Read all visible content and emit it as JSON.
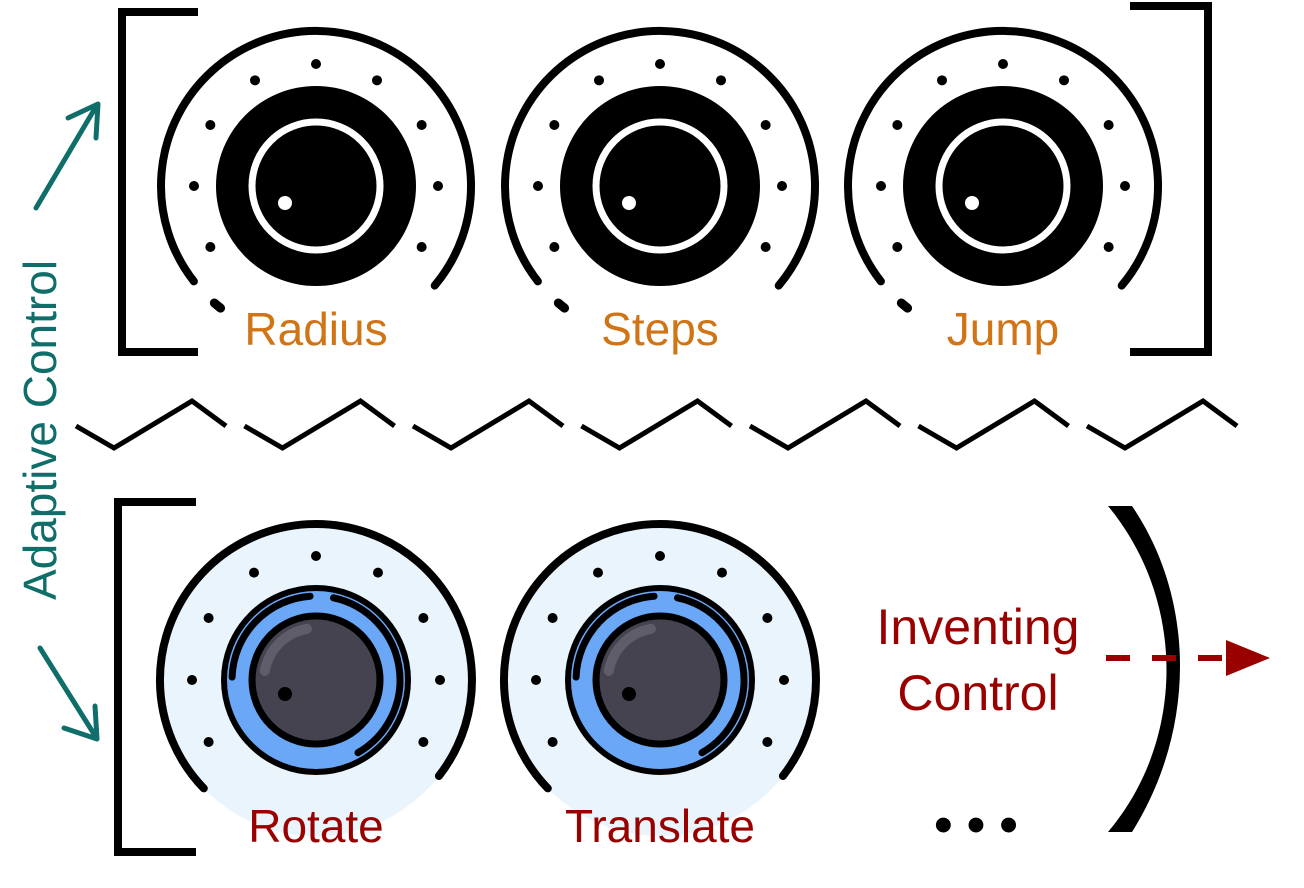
{
  "side_label": "Adaptive Control",
  "top_knobs": [
    {
      "label": "Radius"
    },
    {
      "label": "Steps"
    },
    {
      "label": "Jump"
    }
  ],
  "bottom_knobs": [
    {
      "label": "Rotate"
    },
    {
      "label": "Translate"
    }
  ],
  "inventing": {
    "line1": "Inventing",
    "line2": "Control"
  },
  "ellipsis": "• • •",
  "colors": {
    "ink": "#000000",
    "teal": "#0f6e6a",
    "orange": "#d07416",
    "darkred": "#990000",
    "halo": "#eaf4fc",
    "blue_ring": "#6aa8f7",
    "knob_dark": "#45434f"
  }
}
